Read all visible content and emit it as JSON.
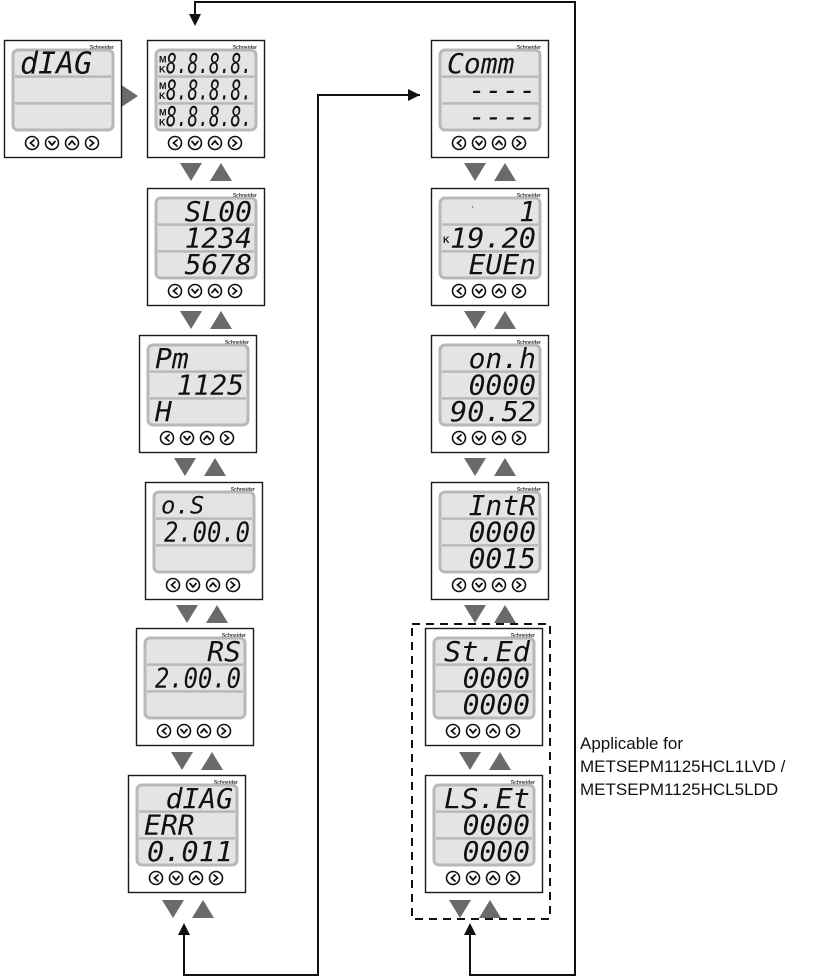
{
  "diagram": {
    "note_lines": [
      "Applicable for",
      "METSEPM1125HCL1LVD /",
      "METSEPM1125HCL5LDD"
    ],
    "brand_label": "Schneider",
    "screens": [
      {
        "id": "diag-entry",
        "rows": [
          {
            "text": "dIAG",
            "size": 30,
            "align": "left"
          },
          {
            "text": ""
          },
          {
            "text": ""
          }
        ]
      },
      {
        "id": "segment-test",
        "rows": [
          {
            "text": "8.8.8.8.",
            "size": 28,
            "align": "right",
            "units": [
              "M",
              "K"
            ]
          },
          {
            "text": "8.8.8.8.",
            "size": 28,
            "align": "right",
            "units": [
              "M",
              "K"
            ]
          },
          {
            "text": "8.8.8.8.",
            "size": 28,
            "align": "right",
            "units": [
              "M",
              "K"
            ]
          }
        ]
      },
      {
        "id": "serial-number",
        "rows": [
          {
            "text": "SL00"
          },
          {
            "text": "1234"
          },
          {
            "text": "5678"
          }
        ]
      },
      {
        "id": "model",
        "rows": [
          {
            "text": "Pm",
            "align": "left"
          },
          {
            "text": "1125"
          },
          {
            "text": "H",
            "align": "left"
          }
        ]
      },
      {
        "id": "os-version",
        "rows": [
          {
            "text": "o.S",
            "align": "left",
            "size": 24
          },
          {
            "text": "2.00.0",
            "size": 28
          },
          {
            "text": ""
          }
        ]
      },
      {
        "id": "rs-version",
        "rows": [
          {
            "text": "RS",
            "size": 28
          },
          {
            "text": "2.00.0",
            "size": 28
          },
          {
            "text": ""
          }
        ]
      },
      {
        "id": "diag-error",
        "rows": [
          {
            "text": "dIAG"
          },
          {
            "text": "ERR",
            "align": "left"
          },
          {
            "text": "0.011",
            "size": 28
          }
        ]
      },
      {
        "id": "comm",
        "rows": [
          {
            "text": "Comm",
            "align": "left"
          },
          {
            "text": "----"
          },
          {
            "text": "----"
          }
        ]
      },
      {
        "id": "events",
        "rows": [
          {
            "text": "1",
            "extra": "·"
          },
          {
            "text": "19.20",
            "units": [
              "K"
            ]
          },
          {
            "text": "EUEn"
          }
        ]
      },
      {
        "id": "on-hours",
        "rows": [
          {
            "text": "on.h"
          },
          {
            "text": "0000"
          },
          {
            "text": "90.52",
            "size": 28
          }
        ]
      },
      {
        "id": "interruptions",
        "rows": [
          {
            "text": "IntR"
          },
          {
            "text": "0000"
          },
          {
            "text": "0015"
          }
        ]
      },
      {
        "id": "start-end",
        "rows": [
          {
            "text": "St.Ed"
          },
          {
            "text": "0000"
          },
          {
            "text": "0000"
          }
        ]
      },
      {
        "id": "ls-et",
        "rows": [
          {
            "text": "LS.Et"
          },
          {
            "text": "0000"
          },
          {
            "text": "0000"
          }
        ]
      }
    ],
    "colors": {
      "line": "#111111",
      "triangle": "#6a6a6a",
      "lcd_fill": "#e4e4e4",
      "lcd_frame": "#b8b8b8",
      "device_border": "#1a1a1a"
    },
    "icons": [
      "left-chevron-button-icon",
      "down-chevron-button-icon",
      "up-chevron-button-icon",
      "right-chevron-button-icon",
      "down-triangle-icon",
      "up-triangle-icon",
      "right-triangle-icon",
      "arrow-head-icon"
    ]
  }
}
